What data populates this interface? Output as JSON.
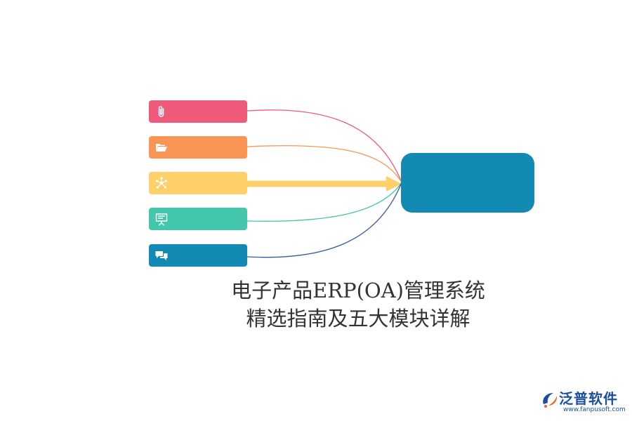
{
  "diagram": {
    "items": [
      {
        "icon": "paperclip-icon",
        "color": "#ef5a7a",
        "connector_color": "#ef5a7a"
      },
      {
        "icon": "folder-open-icon",
        "color": "#f99655",
        "connector_color": "#f99655"
      },
      {
        "icon": "network-icon",
        "color": "#fdd069",
        "connector_color": "#fdd069"
      },
      {
        "icon": "presentation-board-icon",
        "color": "#43c6aa",
        "connector_color": "#43c6aa"
      },
      {
        "icon": "chat-bubbles-icon",
        "color": "#138ab4",
        "connector_color": "#3a5a9c"
      }
    ],
    "hub": {
      "color": "#138ab4"
    },
    "highlight_item": 2
  },
  "title": {
    "line1": "电子产品ERP(OA)管理系统",
    "line2": "精选指南及五大模块详解"
  },
  "logo": {
    "brand": "泛普软件",
    "url": "www.fanpusoft.com",
    "color": "#1b4f9c"
  }
}
